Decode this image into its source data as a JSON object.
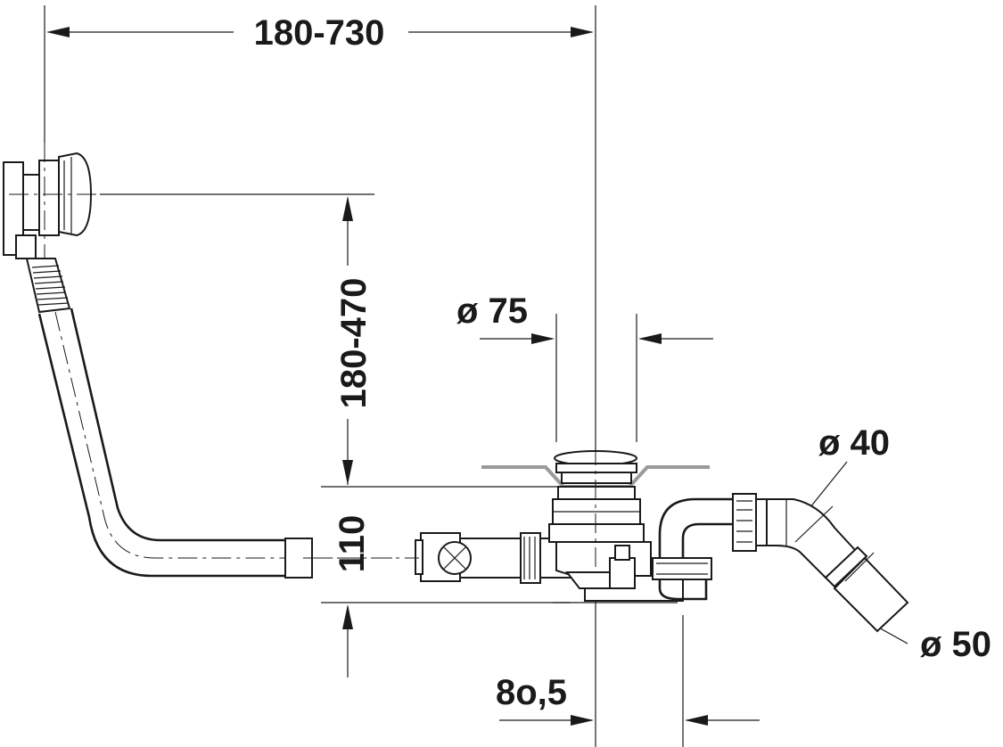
{
  "dimensions": {
    "horizontal_span": "180-730",
    "vertical_span": "180-470",
    "pipe_height": "110",
    "offset": "8o,5",
    "drain_diameter": "ø 75",
    "elbow_diameter": "ø 40",
    "outlet_diameter": "ø 50"
  }
}
